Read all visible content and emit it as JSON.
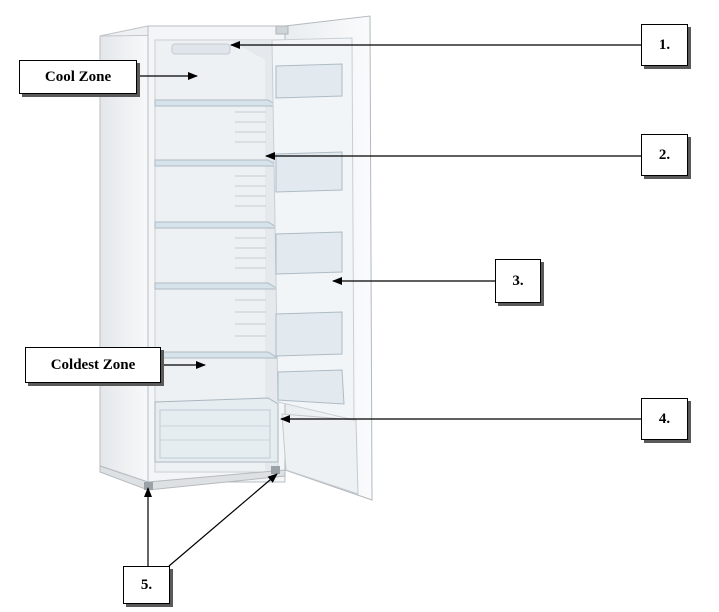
{
  "diagram": {
    "zone_labels": {
      "cool_zone": "Cool Zone",
      "coldest_zone": "Coldest Zone"
    },
    "callouts": [
      "1.",
      "2.",
      "3.",
      "4.",
      "5."
    ]
  },
  "colors": {
    "appliance_body": "#f3f4f6",
    "appliance_edge": "#b9bec4",
    "interior": "#eef1f4",
    "shelf_glass": "#d7e3ea",
    "arrow": "#000000",
    "label_shadow": "#5a5a5a"
  }
}
